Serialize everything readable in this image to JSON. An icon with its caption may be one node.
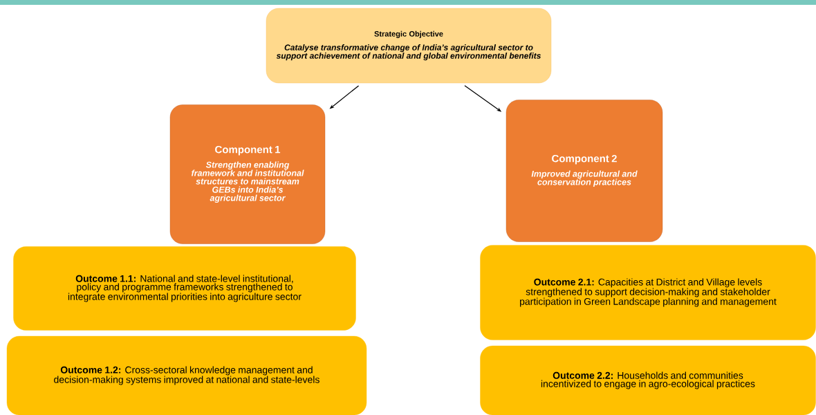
{
  "diagram": {
    "nodes": [
      {
        "text": [
          "Strategic Objective",
          "Catalyse transformative change of India’s agricultural sector to support achievement of national and global environmental benefits"
        ]
      },
      {
        "text": [
          "Component 1",
          "Strengthen enabling framework and institutional structures to mainstream GEBs into India’s agricultural sector"
        ]
      },
      {
        "text": [
          "Component 2",
          "Improved agricultural and conservation practices"
        ]
      },
      {
        "text": [
          "**Outcome 1.1:** National and state-level institutional, policy and programme frameworks strengthened to integrate environmental priorities into agriculture sector"
        ]
      },
      {
        "text": [
          "**Outcome 1.2:** Cross-sectoral knowledge management and decision-making systems improved at national and state-levels"
        ]
      },
      {
        "text": [
          "**Outcome 2.1:** Capacities at District and Village levels strengthened to support decision-making and stakeholder participation in Green Landscape planning and management"
        ]
      },
      {
        "text": [
          "**Outcome 2.2:** Households and communities incentivized to engage in agro-ecological practices"
        ]
      }
    ],
    "edges": [
      {
        "from": 0,
        "to": 1,
        "arrow": "to"
      },
      {
        "from": 0,
        "to": 2,
        "arrow": "to"
      }
    ]
  }
}
